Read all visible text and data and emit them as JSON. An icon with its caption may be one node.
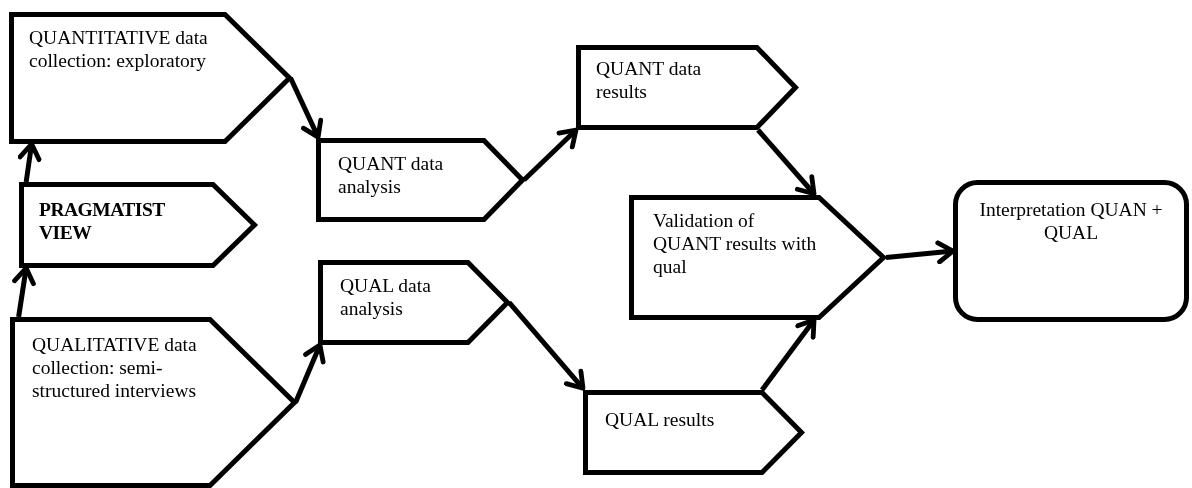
{
  "diagram": {
    "nodes": [
      {
        "text": [
          "QUANTITATIVE data collection: exploratory"
        ]
      },
      {
        "text": [
          "PRAGMATIST VIEW"
        ]
      },
      {
        "text": [
          "QUALITATIVE data collection: semi-structured interviews"
        ]
      },
      {
        "text": [
          "QUANT data analysis"
        ]
      },
      {
        "text": [
          "QUAL data analysis"
        ]
      },
      {
        "text": [
          "QUANT data results"
        ]
      },
      {
        "text": [
          "Validation of QUANT results with qual"
        ]
      },
      {
        "text": [
          "QUAL results"
        ]
      },
      {
        "text": [
          "Interpretation QUAN + QUAL"
        ]
      }
    ],
    "edges": [
      {
        "from": 1,
        "to": 0,
        "arrow": "to"
      },
      {
        "from": 2,
        "to": 1,
        "arrow": "to"
      },
      {
        "from": 0,
        "to": 3,
        "arrow": "to"
      },
      {
        "from": 2,
        "to": 4,
        "arrow": "to"
      },
      {
        "from": 3,
        "to": 5,
        "arrow": "to"
      },
      {
        "from": 4,
        "to": 7,
        "arrow": "to"
      },
      {
        "from": 5,
        "to": 6,
        "arrow": "to"
      },
      {
        "from": 7,
        "to": 6,
        "arrow": "to"
      },
      {
        "from": 6,
        "to": 8,
        "arrow": "to"
      }
    ]
  }
}
